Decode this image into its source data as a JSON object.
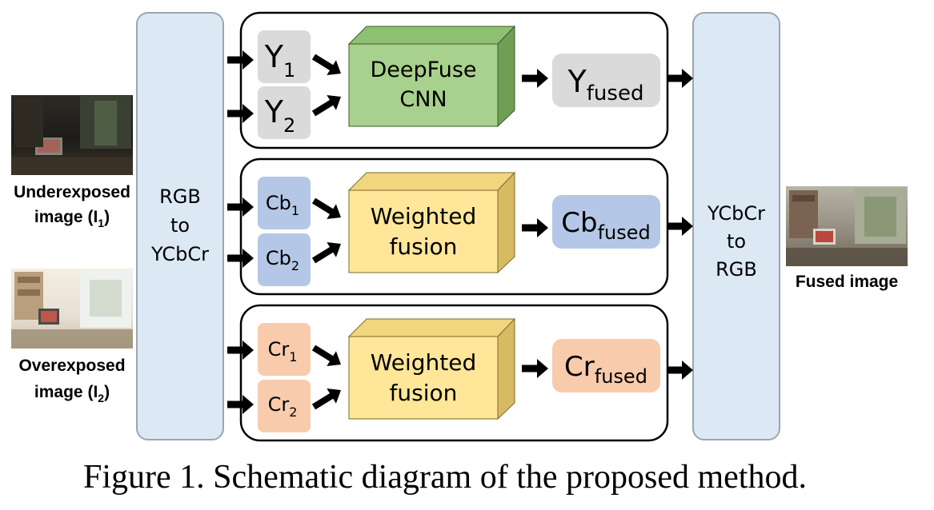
{
  "colors": {
    "panel_blue": "#dce8f4",
    "panel_border": "#9aa6b2",
    "y_box": "#dadada",
    "cb_box": "#b4c7e7",
    "cr_box": "#f8cbad",
    "cnn_front": "#a9d18e",
    "cnn_top": "#8fc071",
    "cnn_side": "#6f9e55",
    "fusion_front": "#ffe699",
    "fusion_top": "#f1d67e",
    "fusion_side": "#d7bb63",
    "arrow": "#000000"
  },
  "inputs": {
    "under_label_1": "Underexposed",
    "under_label_2": "image (I",
    "under_sub": "1",
    "over_label_1": "Overexposed",
    "over_label_2": "image (I",
    "over_sub": "2",
    "close_paren": ")"
  },
  "rgb_to_ycbcr": [
    "RGB",
    "to",
    "YCbCr"
  ],
  "ycbcr_to_rgb": [
    "YCbCr",
    "to",
    "RGB"
  ],
  "y_branch": {
    "in1_base": "Y",
    "in1_sub": "1",
    "in2_base": "Y",
    "in2_sub": "2",
    "block": [
      "DeepFuse",
      "CNN"
    ],
    "out_base": "Y",
    "out_sub": "fused"
  },
  "cb_branch": {
    "in1_base": "Cb",
    "in1_sub": "1",
    "in2_base": "Cb",
    "in2_sub": "2",
    "block": [
      "Weighted",
      "fusion"
    ],
    "out_base": "Cb",
    "out_sub": "fused"
  },
  "cr_branch": {
    "in1_base": "Cr",
    "in1_sub": "1",
    "in2_base": "Cr",
    "in2_sub": "2",
    "block": [
      "Weighted",
      "fusion"
    ],
    "out_base": "Cr",
    "out_sub": "fused"
  },
  "output": {
    "label": "Fused image"
  },
  "caption": "Figure 1. Schematic diagram of the proposed method."
}
